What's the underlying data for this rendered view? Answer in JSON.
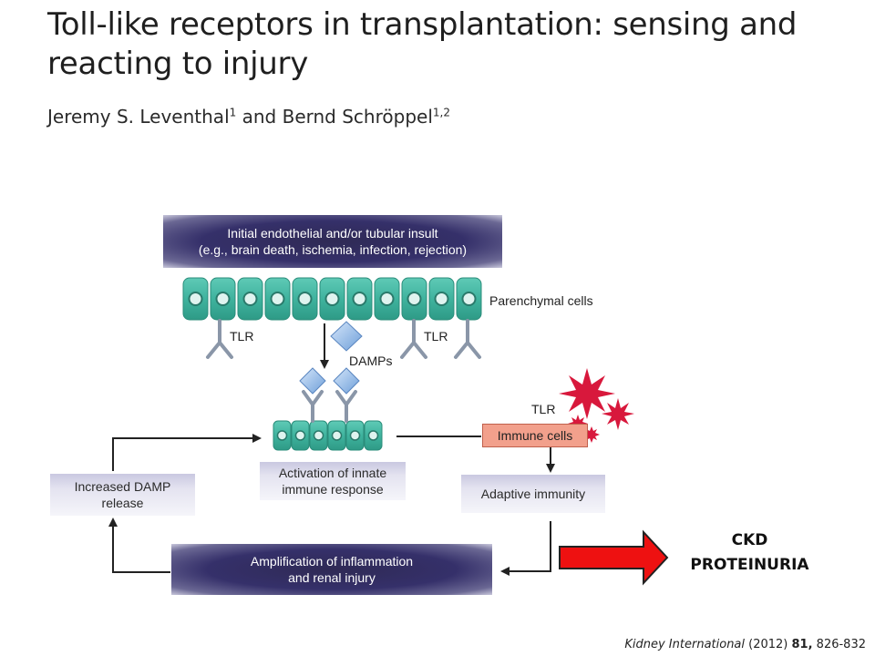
{
  "header": {
    "title_line1": "Toll-like receptors in transplantation: sensing and",
    "title_line2": "reacting to injury",
    "author1": "Jeremy S. Leventhal",
    "author1_sup": "1",
    "author_join": " and ",
    "author2": "Bernd Schröppel",
    "author2_sup": "1,2"
  },
  "diagram": {
    "insult_line1": "Initial endothelial and/or tubular insult",
    "insult_line2": "(e.g., brain death, ischemia, infection, rejection)",
    "parenchymal_label": "Parenchymal cells",
    "tlr_left": "TLR",
    "tlr_right": "TLR",
    "damps_label": "DAMPs",
    "tlr_immune": "TLR",
    "immune_cells": "Immune cells",
    "activation_line1": "Activation of innate",
    "activation_line2": "immune response",
    "adaptive": "Adaptive immunity",
    "damp_release_line1": "Increased DAMP",
    "damp_release_line2": "release",
    "amplification_line1": "Amplification of inflammation",
    "amplification_line2": "and renal injury"
  },
  "outcome": {
    "line1": "CKD",
    "line2": "PROTEINURIA",
    "arrow_color": "#ee1111"
  },
  "citation": {
    "journal": "Kidney International",
    "year": " (2012) ",
    "volume": "81,",
    "pages": " 826-832"
  },
  "colors": {
    "cell_fill": "#3fb39e",
    "cell_border": "#2a8c7a",
    "dark_box": "#35306a",
    "damp_fill": "#8ab4e6",
    "star_color": "#d8183c"
  }
}
